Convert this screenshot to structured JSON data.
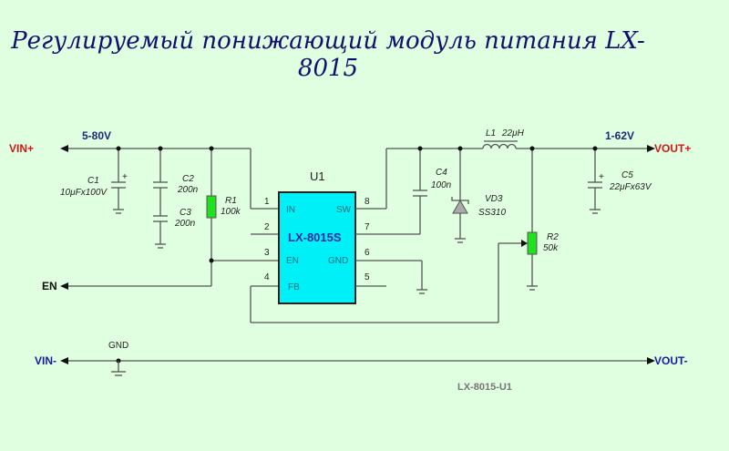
{
  "title": "Регулируемый понижающий модуль питания LX-8015",
  "ports": {
    "vin_plus": "VIN+",
    "vin_minus": "VIN-",
    "vout_plus": "VOUT+",
    "vout_minus": "VOUT-",
    "en": "EN",
    "gnd": "GND"
  },
  "voltages": {
    "input": "5-80V",
    "output": "1-62V"
  },
  "chip": {
    "ref": "U1",
    "name": "LX-8015S",
    "color": "#00f0f8",
    "pins": [
      {
        "num": "1",
        "name": "IN"
      },
      {
        "num": "2",
        "name": ""
      },
      {
        "num": "3",
        "name": "EN"
      },
      {
        "num": "4",
        "name": "FB"
      },
      {
        "num": "8",
        "name": "SW"
      },
      {
        "num": "7",
        "name": ""
      },
      {
        "num": "6",
        "name": "GND"
      },
      {
        "num": "5",
        "name": ""
      }
    ]
  },
  "components": {
    "C1": {
      "ref": "C1",
      "value": "10μFx100V"
    },
    "C2": {
      "ref": "C2",
      "value": "200n"
    },
    "C3": {
      "ref": "C3",
      "value": "200n"
    },
    "R1": {
      "ref": "R1",
      "value": "100k"
    },
    "C4": {
      "ref": "C4",
      "value": "100n"
    },
    "VD3": {
      "ref": "VD3",
      "value": "SS310"
    },
    "L1": {
      "ref": "L1",
      "value": "22μH"
    },
    "R2": {
      "ref": "R2",
      "value": "50k"
    },
    "C5": {
      "ref": "C5",
      "value": "22μFx63V"
    }
  },
  "footer": "LX-8015-U1",
  "colors": {
    "background": "#e0ffe0",
    "resistor": "#20e020",
    "chip": "#00f0f8",
    "port_red": "#d01818",
    "port_blue": "#1a1aa0"
  }
}
